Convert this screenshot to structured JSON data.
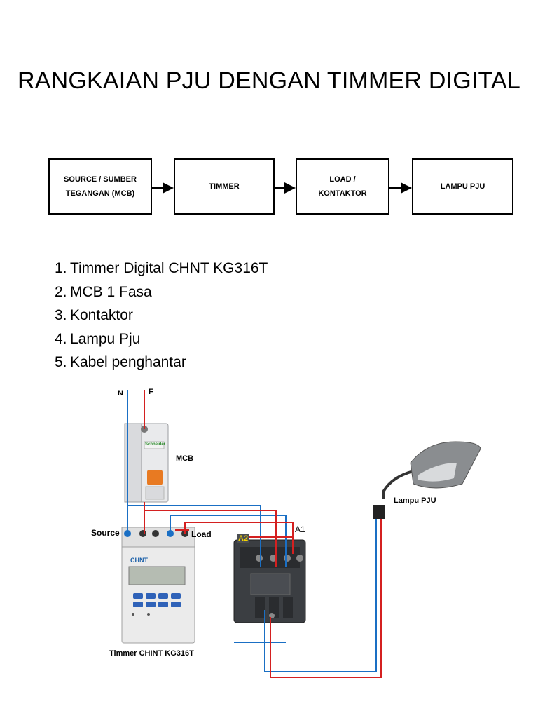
{
  "title": "RANGKAIAN PJU DENGAN TIMMER DIGITAL",
  "flow": [
    {
      "label": "SOURCE / SUMBER\nTEGANGAN (MCB)"
    },
    {
      "label": "TIMMER"
    },
    {
      "label": "LOAD /\nKONTAKTOR"
    },
    {
      "label": "LAMPU PJU"
    }
  ],
  "components": [
    {
      "num": "1.",
      "text": "Timmer Digital CHNT KG316T"
    },
    {
      "num": "2.",
      "text": "MCB 1 Fasa"
    },
    {
      "num": "3.",
      "text": "Kontaktor"
    },
    {
      "num": "4.",
      "text": "Lampu Pju"
    },
    {
      "num": "5.",
      "text": "Kabel penghantar"
    }
  ],
  "wiring": {
    "neutral": "N",
    "phase": "F",
    "mcb": "MCB",
    "source": "Source",
    "load": "Load",
    "a1": "A1",
    "a2": "A2",
    "lamp": "Lampu PJU",
    "timer": "Timmer CHINT KG316T",
    "timer_brand": "CHNT",
    "mcb_brand": "Schneider",
    "colors": {
      "neutral": "#1a6fc4",
      "phase": "#d42020"
    }
  }
}
